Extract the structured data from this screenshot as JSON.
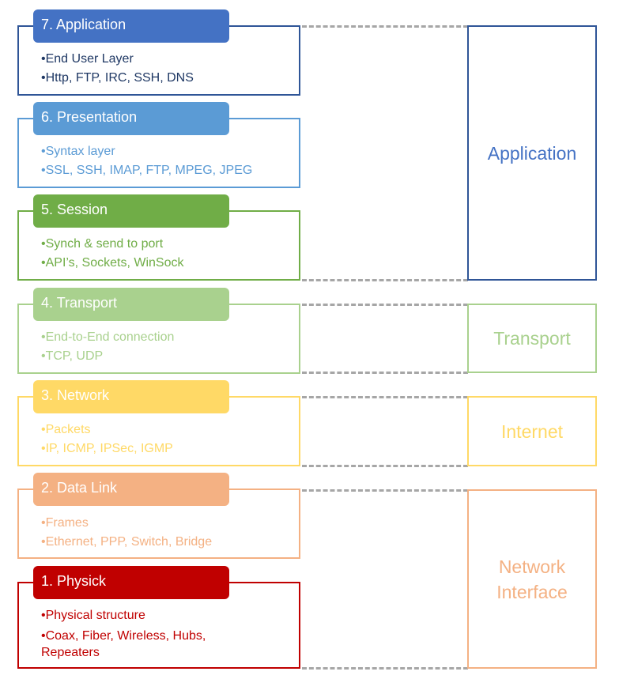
{
  "osi_layers": [
    {
      "id": "7",
      "title": "7. Application",
      "color": "#4472c4",
      "border": "#2f5597",
      "text_color": "#1f3864",
      "bullets": [
        "•End User Layer",
        "•Http, FTP, IRC, SSH, DNS"
      ]
    },
    {
      "id": "6",
      "title": "6. Presentation",
      "color": "#5b9bd5",
      "border": "#5b9bd5",
      "text_color": "#5b9bd5",
      "bullets": [
        "•Syntax layer",
        "•SSL, SSH, IMAP, FTP, MPEG, JPEG"
      ]
    },
    {
      "id": "5",
      "title": "5. Session",
      "color": "#70ad47",
      "border": "#70ad47",
      "text_color": "#70ad47",
      "bullets": [
        "•Synch & send to port",
        "•API’s, Sockets, WinSock"
      ]
    },
    {
      "id": "4",
      "title": "4. Transport",
      "color": "#a9d18e",
      "border": "#a9d18e",
      "text_color": "#a9d18e",
      "bullets": [
        "•End-to-End connection",
        "•TCP, UDP"
      ]
    },
    {
      "id": "3",
      "title": "3. Network",
      "color": "#ffd966",
      "border": "#ffd966",
      "text_color": "#ffd966",
      "bullets": [
        "•Packets",
        "•IP, ICMP, IPSec, IGMP"
      ]
    },
    {
      "id": "2",
      "title": "2. Data Link",
      "color": "#f4b183",
      "border": "#f4b183",
      "text_color": "#f4b183",
      "bullets": [
        "•Frames",
        "•Ethernet, PPP, Switch, Bridge"
      ]
    },
    {
      "id": "1",
      "title": "1. Physick",
      "color": "#c00000",
      "border": "#c00000",
      "text_color": "#c00000",
      "bullets": [
        "•Physical structure",
        "•Coax, Fiber, Wireless, Hubs, Repeaters"
      ]
    }
  ],
  "tcpip_layers": [
    {
      "label": "Application",
      "color": "#4472c4",
      "border": "#2f5597"
    },
    {
      "label": "Transport",
      "color": "#a9d18e",
      "border": "#a9d18e"
    },
    {
      "label": "Internet",
      "color": "#ffd966",
      "border": "#ffd966"
    },
    {
      "label": "Network Interface",
      "color": "#f4b183",
      "border": "#f4b183"
    }
  ],
  "connector_color": "#a6a6a6"
}
